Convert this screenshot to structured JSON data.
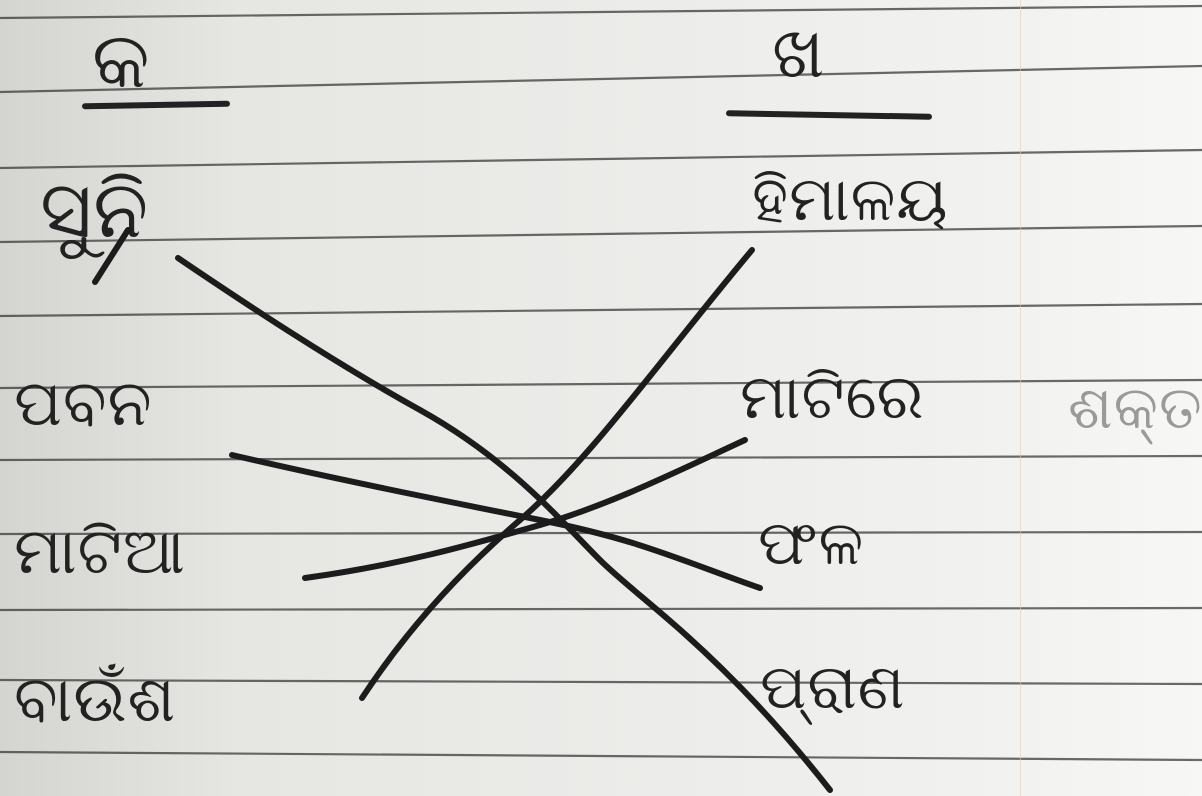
{
  "exercise": {
    "column_headings": {
      "left": "କ",
      "right": "ଖ"
    },
    "left_column": [
      "ସୁନି",
      "ପବନ",
      "ମାଟିଆ",
      "ବାଉଁଶ"
    ],
    "right_column": [
      "ହିମାଳୟ",
      "ମାଟିରେ",
      "ଫଳ",
      "ପ୍ରାଣ"
    ],
    "margin_note": "ଶକ୍ତ"
  }
}
